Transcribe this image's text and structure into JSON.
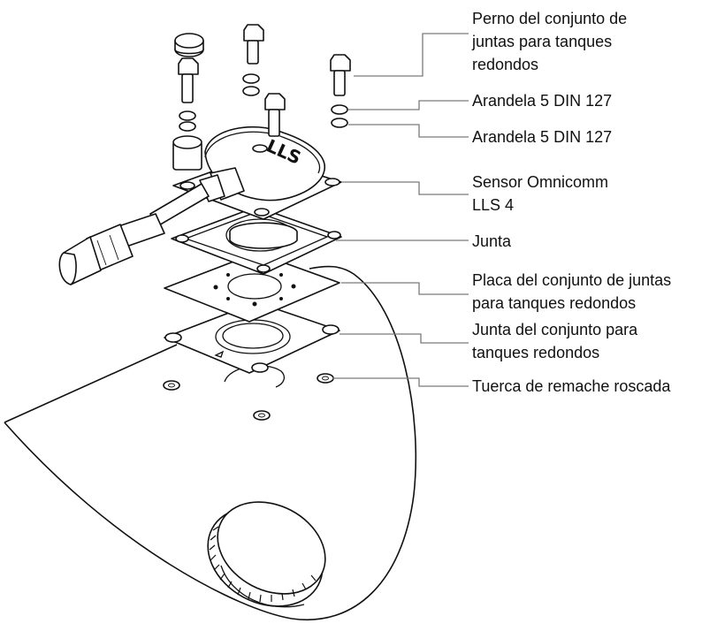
{
  "labels": {
    "bolt_l1": "Perno del conjunto de",
    "bolt_l2": "juntas para tanques",
    "bolt_l3": "redondos",
    "washer1": "Arandela 5 DIN 127",
    "washer2": "Arandela 5 DIN 127",
    "sensor_l1": "Sensor Omnicomm",
    "sensor_l2": "LLS 4",
    "gasket": "Junta",
    "plate_l1": "Placa del conjunto de juntas",
    "plate_l2": "para tanques redondos",
    "gasket2_l1": "Junta del conjunto para",
    "gasket2_l2": "tanques redondos",
    "nut": "Tuerca de remache roscada"
  },
  "sensor_marking": "LLS"
}
